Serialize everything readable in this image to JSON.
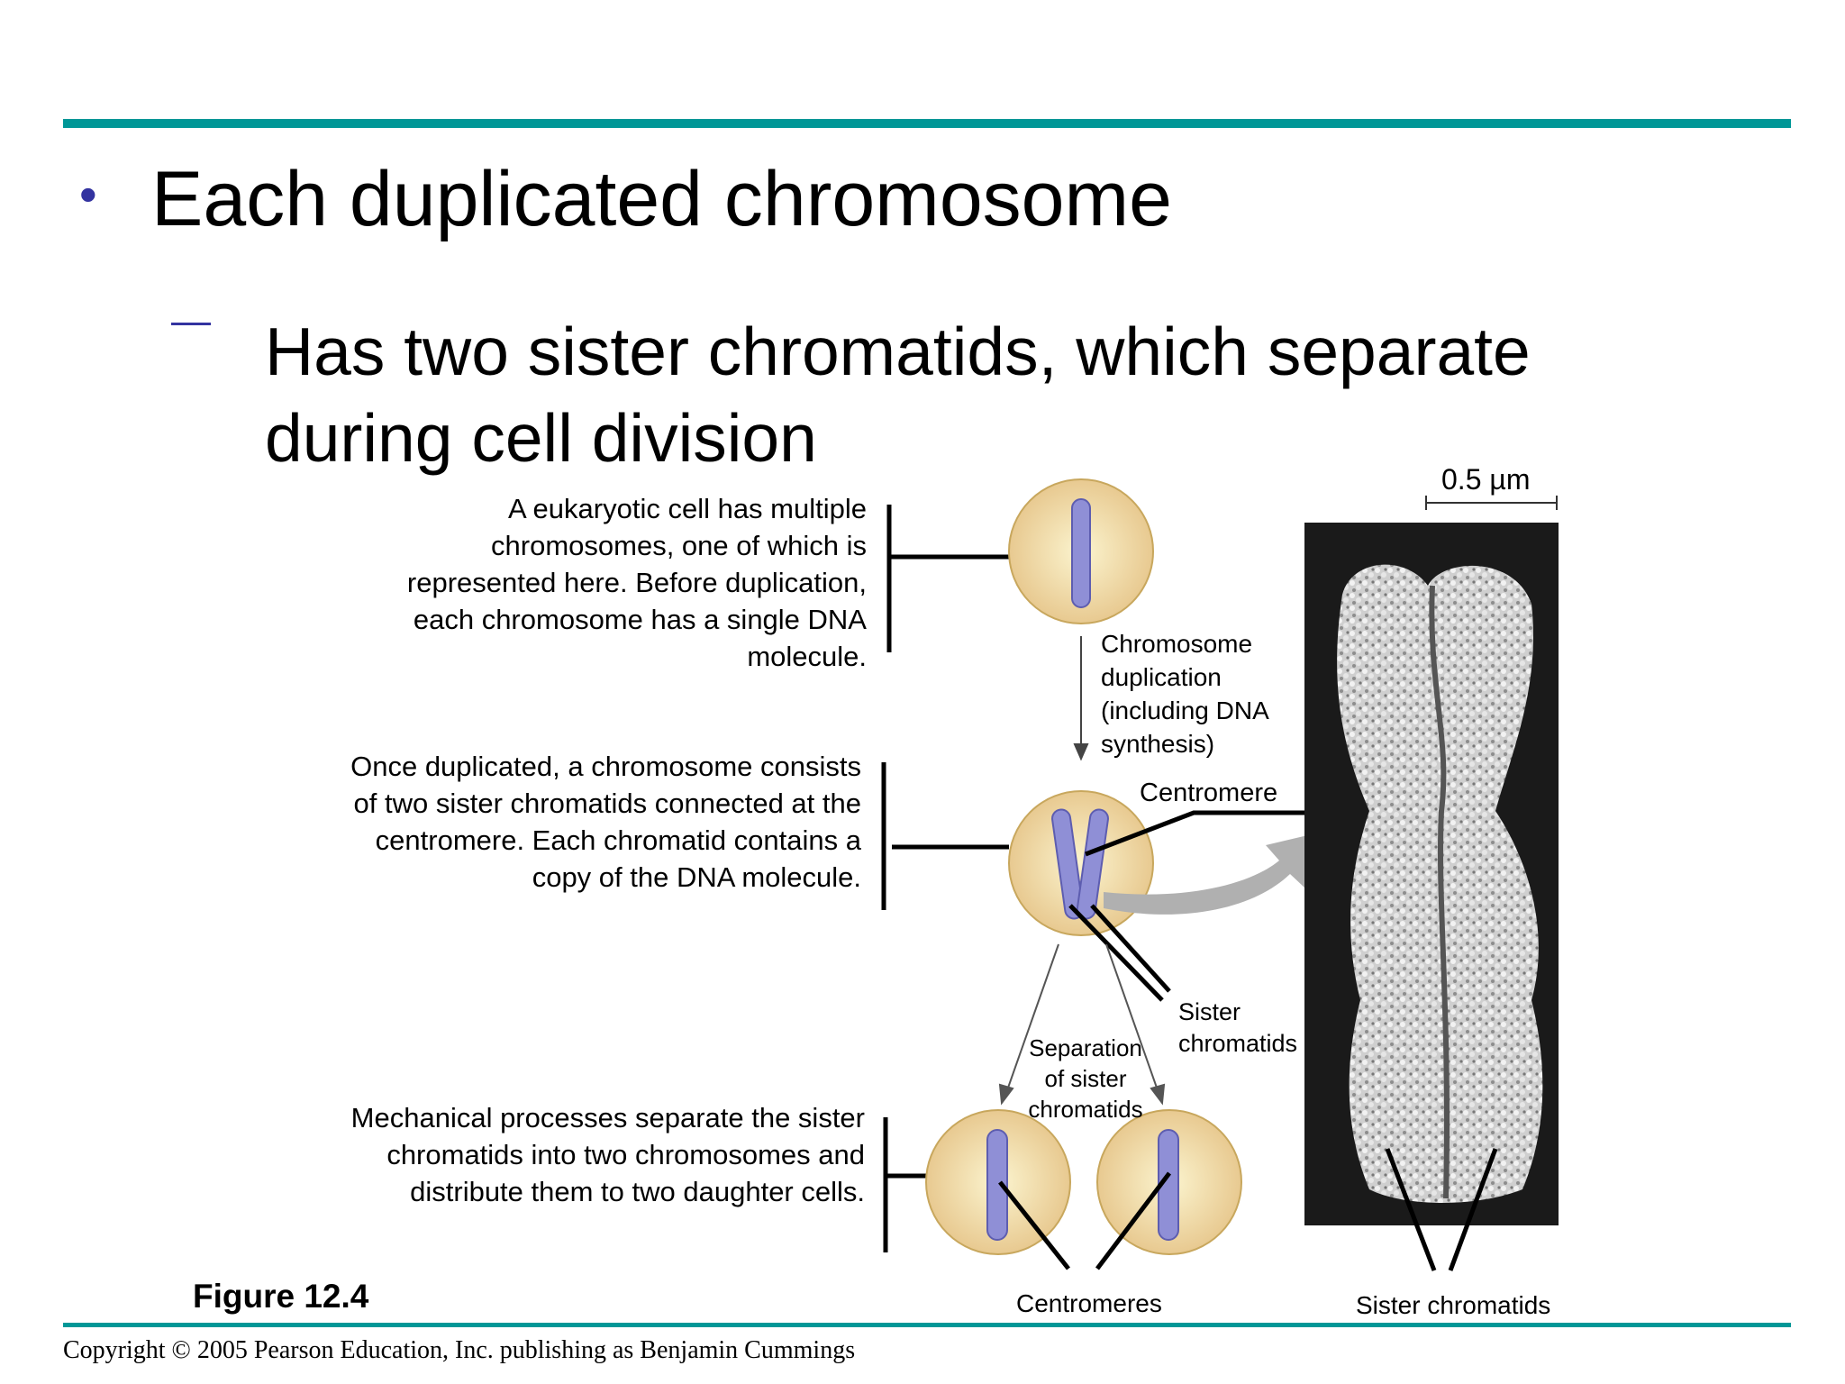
{
  "slide": {
    "bullet": "•",
    "title": "Each duplicated chromosome",
    "subpoint": "Has two sister chromatids, which separate during cell division"
  },
  "figure": {
    "captions": [
      "A eukaryotic cell has multiple chromosomes, one of which is represented here. Before duplication, each chromosome has a single DNA molecule.",
      "Once duplicated, a chromosome consists of two sister chromatids connected at the centromere. Each chromatid contains a copy of the DNA molecule.",
      "Mechanical processes separate the sister chromatids into two chromosomes and distribute them to two daughter cells."
    ],
    "labels": {
      "duplication": "Chromosome duplication (including DNA synthesis)",
      "centromere": "Centromere",
      "sister_chromatids_top": "Sister chromatids",
      "separation": "Separation of sister chromatids",
      "centromeres": "Centromeres",
      "sister_chromatids_bottom": "Sister chromatids",
      "scale": "0.5 µm"
    },
    "figure_number": "Figure 12.4"
  },
  "footer": {
    "copyright": "Copyright © 2005 Pearson Education, Inc. publishing as Benjamin Cummings"
  },
  "colors": {
    "rule": "#009797",
    "bullet": "#3333a0",
    "chromosome": "#8f8fd6",
    "cell_fill": "#f3dca0",
    "micrograph_bg": "#1a1a1a"
  }
}
